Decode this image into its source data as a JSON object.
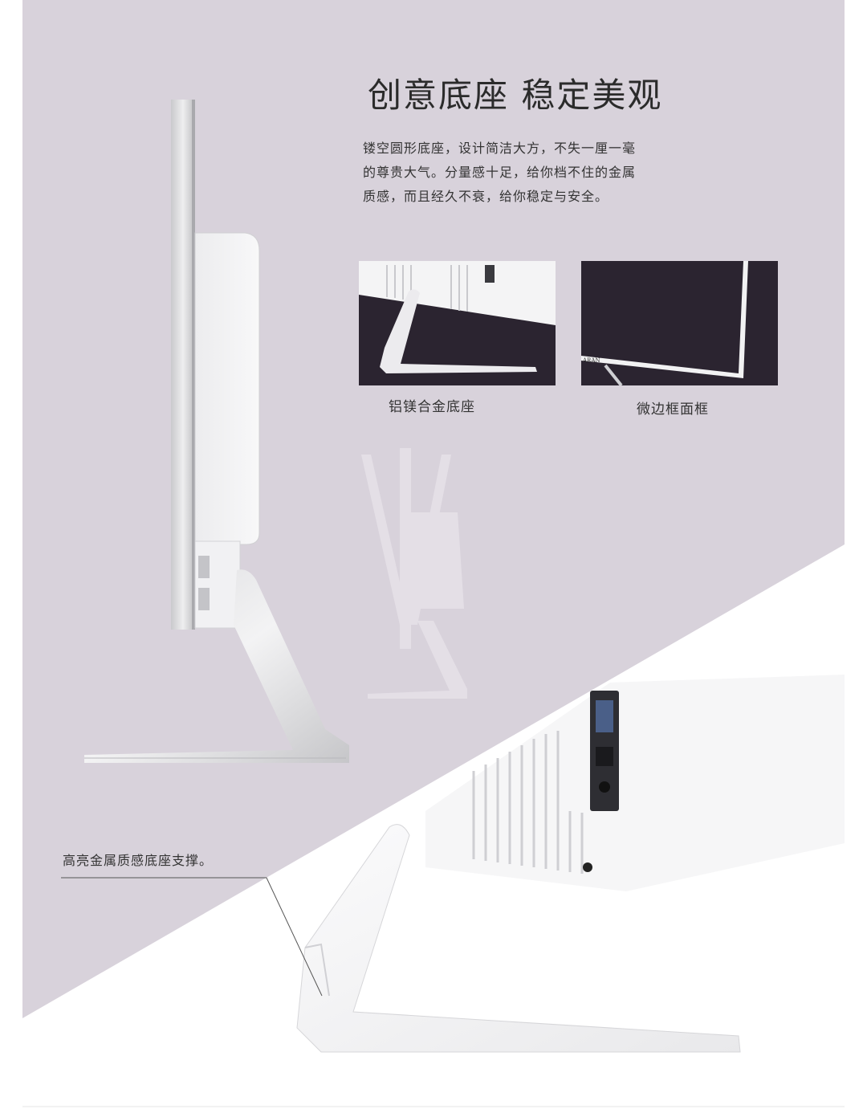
{
  "colors": {
    "background_lavender": "#d8d2db",
    "background_white": "#ffffff",
    "dark_panel": "#2b2430",
    "text": "#2b2b2b"
  },
  "headline": "创意底座  稳定美观",
  "description_lines": [
    "镂空圆形底座，设计简洁大方，不失一厘一毫",
    "的尊贵大气。分量感十足，给你档不住的金属",
    "质感，而且经久不衰，给你稳定与安全。"
  ],
  "thumbnails": [
    {
      "caption": "铝镁合金底座",
      "image": "aluminum-alloy-base-photo"
    },
    {
      "caption": "微边框面框",
      "image": "micro-bezel-frame-photo",
      "brand_mark": "ARAN"
    }
  ],
  "support_label": "高亮金属质感底座支撑。",
  "images": {
    "monitor_side": "monitor-side-profile",
    "stand_ghost": "stand-ghost-silhouette",
    "stand_closeup": "stand-closeup-photo"
  }
}
